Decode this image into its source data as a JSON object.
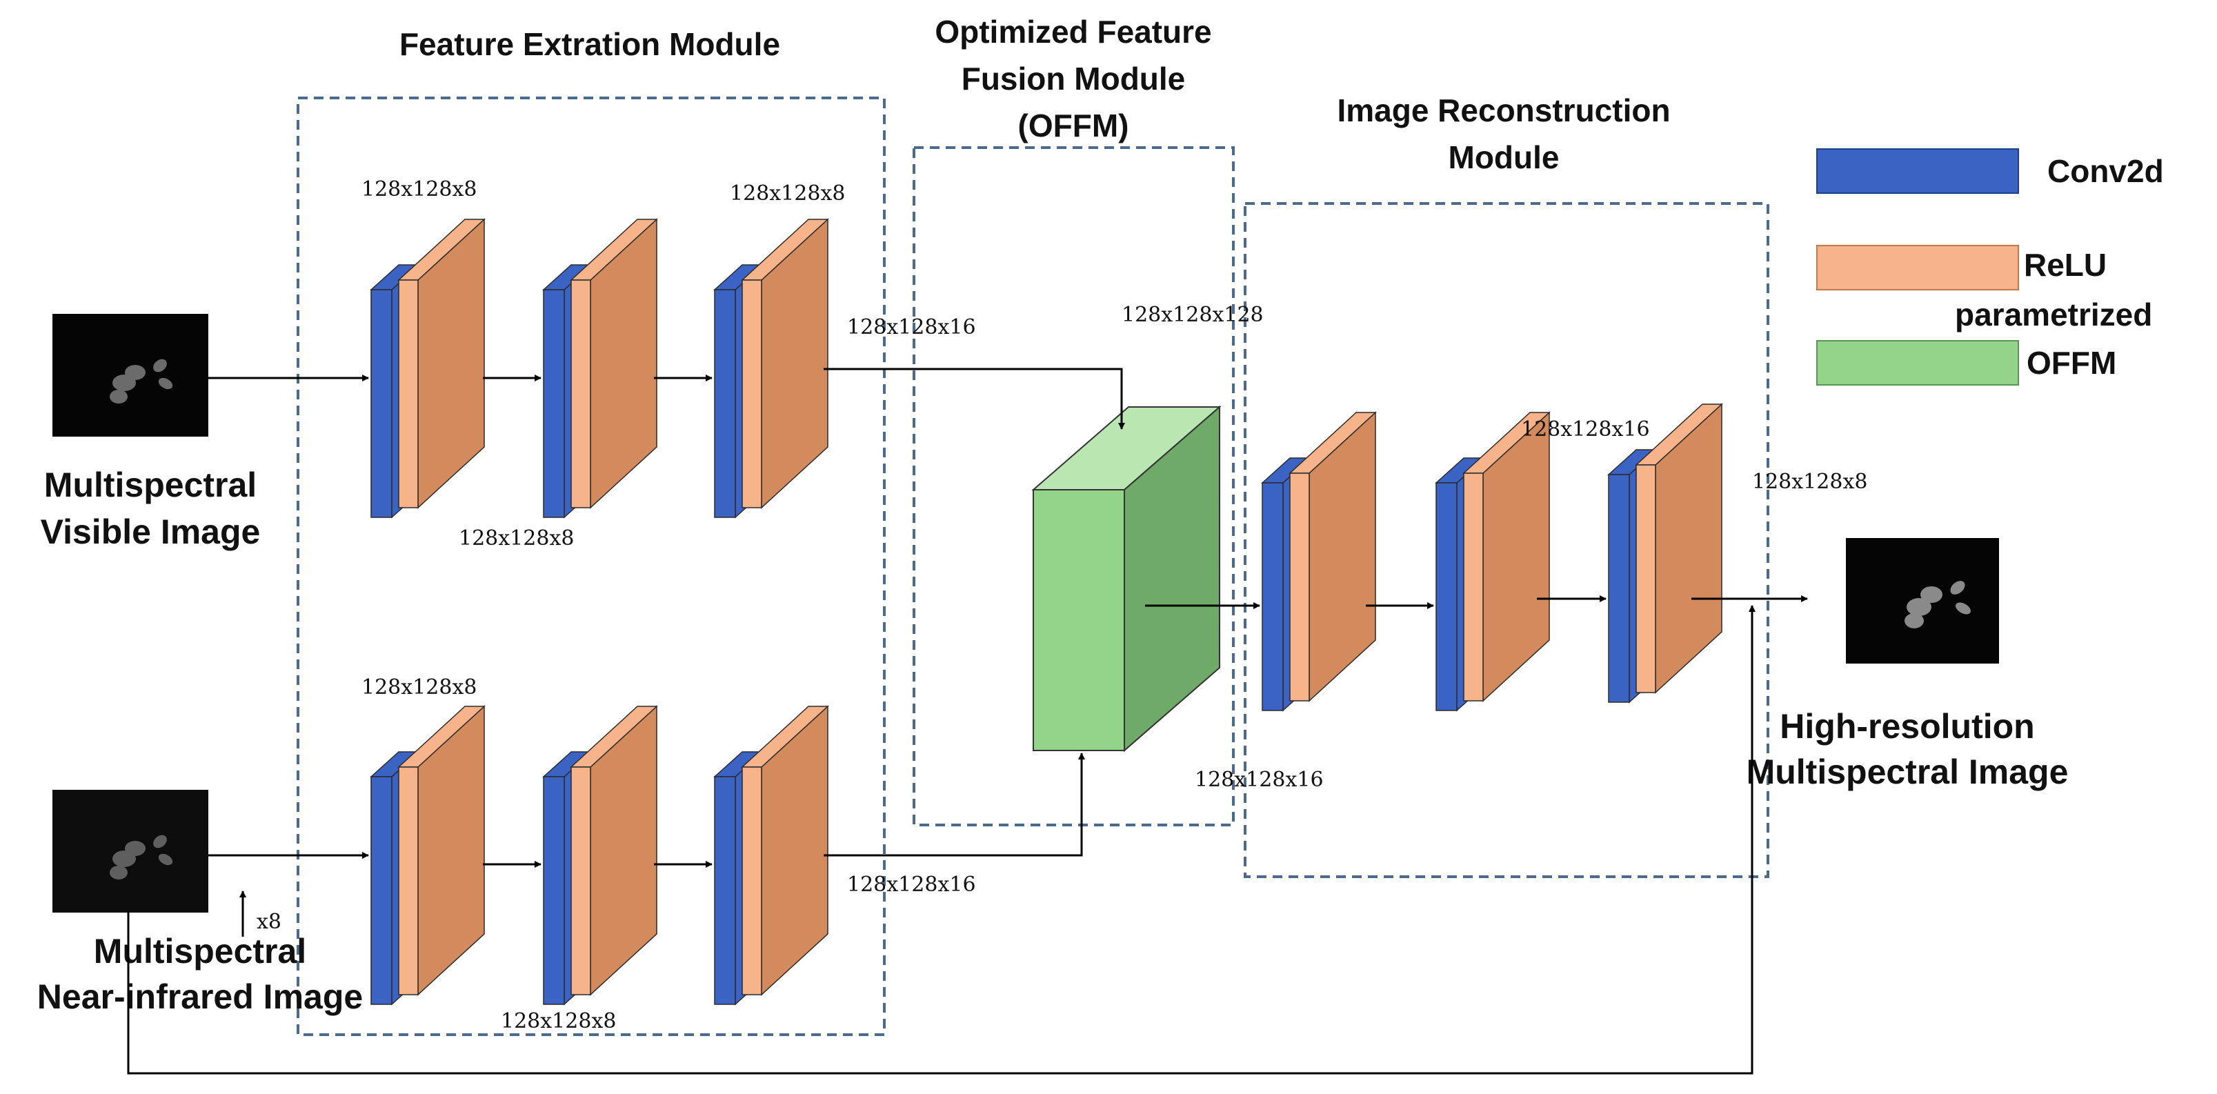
{
  "modules": {
    "feature_extraction": {
      "title": "Feature Extration Module"
    },
    "offm": {
      "title_lines": [
        "Optimized Feature",
        "Fusion Module",
        "(OFFM)"
      ]
    },
    "reconstruction": {
      "title_lines": [
        "Image Reconstruction",
        "Module"
      ]
    }
  },
  "inputs": {
    "visible": {
      "label_lines": [
        "Multispectral",
        "Visible Image"
      ]
    },
    "nir": {
      "label_lines": [
        "Multispectral",
        "Near-infrared Image"
      ],
      "upsample": "x8"
    }
  },
  "output": {
    "label_lines": [
      "High-resolution",
      "Multispectral Image"
    ]
  },
  "dims": {
    "top_block1": "128x128x8",
    "top_block2": "128x128x8",
    "top_block3": "128x128x8",
    "top_out": "128x128x16",
    "bottom_block1": "128x128x8",
    "bottom_block2": "128x128x8",
    "bottom_out": "128x128x16",
    "fusion": "128x128x128",
    "fusion_out": "128x128x16",
    "recon_block2": "128x128x16",
    "recon_block3": "128x128x8"
  },
  "legend": {
    "conv": "Conv2d",
    "relu_lines": [
      "ReLU",
      "parametrized"
    ],
    "offm": "OFFM"
  },
  "colors": {
    "conv": "#3b63c4",
    "relu": "#f7b48a",
    "relu_side": "#d38a5c",
    "offm": "#93d38a",
    "offm_side": "#6faa68",
    "module_border": "#4a6a8e"
  }
}
